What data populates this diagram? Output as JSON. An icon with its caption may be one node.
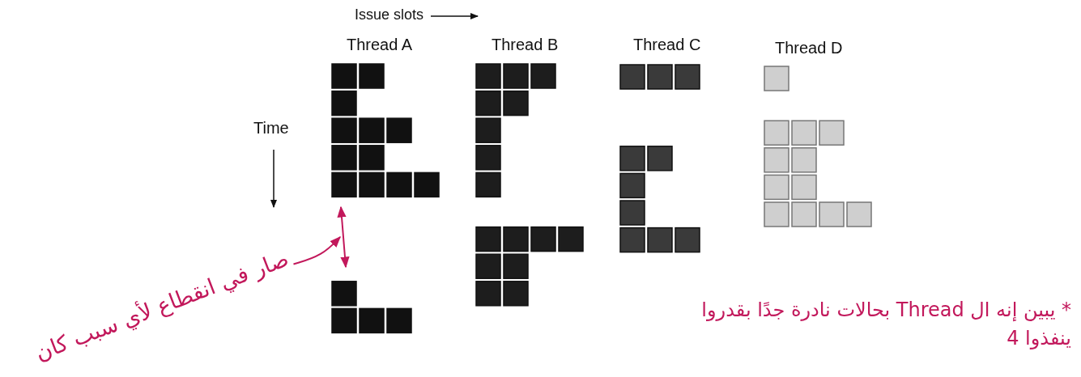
{
  "diagram": {
    "nodes": [
      {
        "text": [
          "صار في انقطاع لأي سبب كان"
        ]
      },
      {
        "text": [],
        "shape": "bracket"
      }
    ],
    "edges": [
      {
        "from": 0,
        "to": 1,
        "arrow": "to"
      }
    ],
    "labels": [
      "Issue slots",
      "Thread A",
      "Thread B",
      "Thread C",
      "Thread D",
      "Time",
      "* يبين إنه ال Thread بحالات نادرة جدًا بقدروا ينفذوا 4"
    ]
  }
}
